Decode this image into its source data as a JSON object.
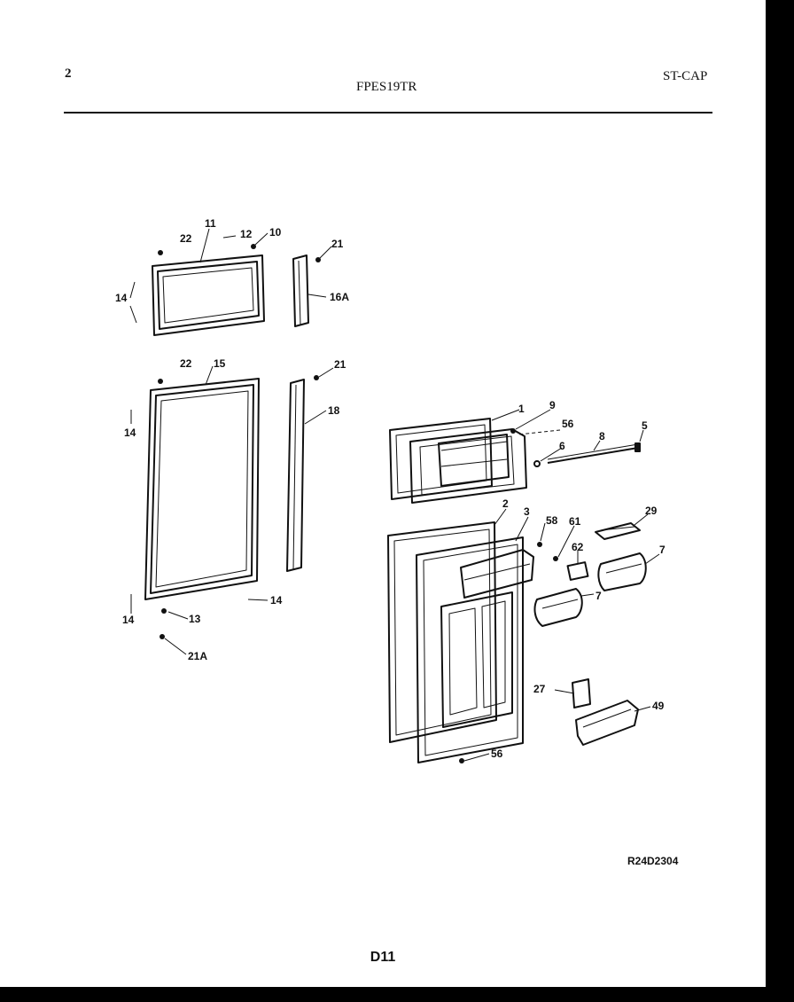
{
  "header": {
    "page_number": "2",
    "model": "FPES19TR",
    "code": "ST-CAP"
  },
  "figure_id": "R24D2304",
  "footer_label": "D11",
  "callouts": {
    "c22a": "22",
    "c11": "11",
    "c12": "12",
    "c10": "10",
    "c21a": "21",
    "c14a": "14",
    "c16a": "16A",
    "c22b": "22",
    "c15": "15",
    "c21b": "21",
    "c14b": "14",
    "c18": "18",
    "c14c": "14",
    "c14d": "14",
    "c13": "13",
    "c21A": "21A",
    "c1": "1",
    "c9": "9",
    "c56a": "56",
    "c6": "6",
    "c8": "8",
    "c5": "5",
    "c2": "2",
    "c3": "3",
    "c58": "58",
    "c61": "61",
    "c29": "29",
    "c62": "62",
    "c7a": "7",
    "c7b": "7",
    "c27": "27",
    "c49": "49",
    "c56b": "56"
  }
}
